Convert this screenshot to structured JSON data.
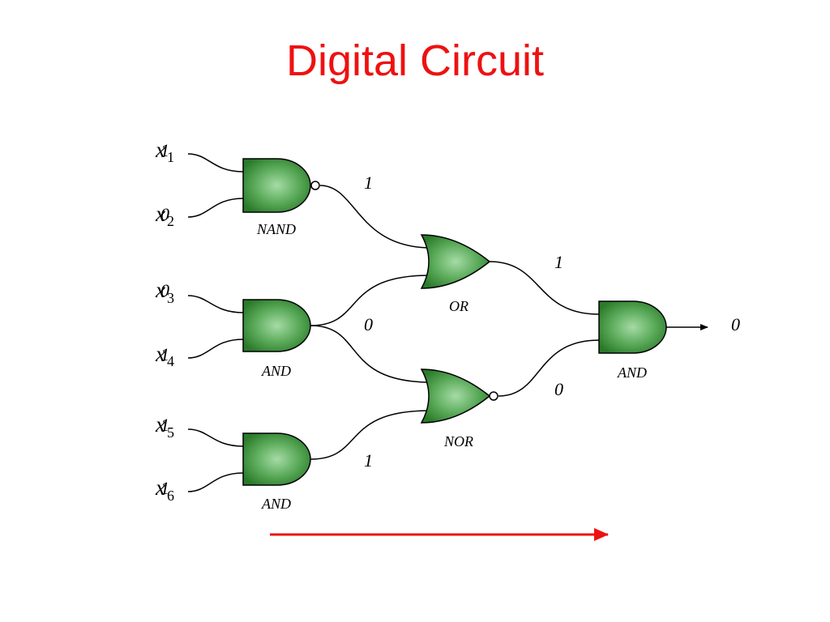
{
  "title": "Digital Circuit",
  "colors": {
    "title": "#ee1111",
    "arrow": "#ee1111",
    "gate_dark": "#2a7a2a",
    "gate_light": "#a6dba6"
  },
  "inputs": [
    {
      "var": "x",
      "sub": "1",
      "value": "1"
    },
    {
      "var": "x",
      "sub": "2",
      "value": "0"
    },
    {
      "var": "x",
      "sub": "3",
      "value": "0"
    },
    {
      "var": "x",
      "sub": "4",
      "value": "1"
    },
    {
      "var": "x",
      "sub": "5",
      "value": "1"
    },
    {
      "var": "x",
      "sub": "6",
      "value": "1"
    }
  ],
  "gates": {
    "g1": "NAND",
    "g2": "AND",
    "g3": "AND",
    "g4": "OR",
    "g5": "NOR",
    "g6": "AND"
  },
  "signals": {
    "nand_out": "1",
    "and2_out": "0",
    "and3_out": "1",
    "or_out": "1",
    "nor_out": "0",
    "final_out": "0"
  }
}
